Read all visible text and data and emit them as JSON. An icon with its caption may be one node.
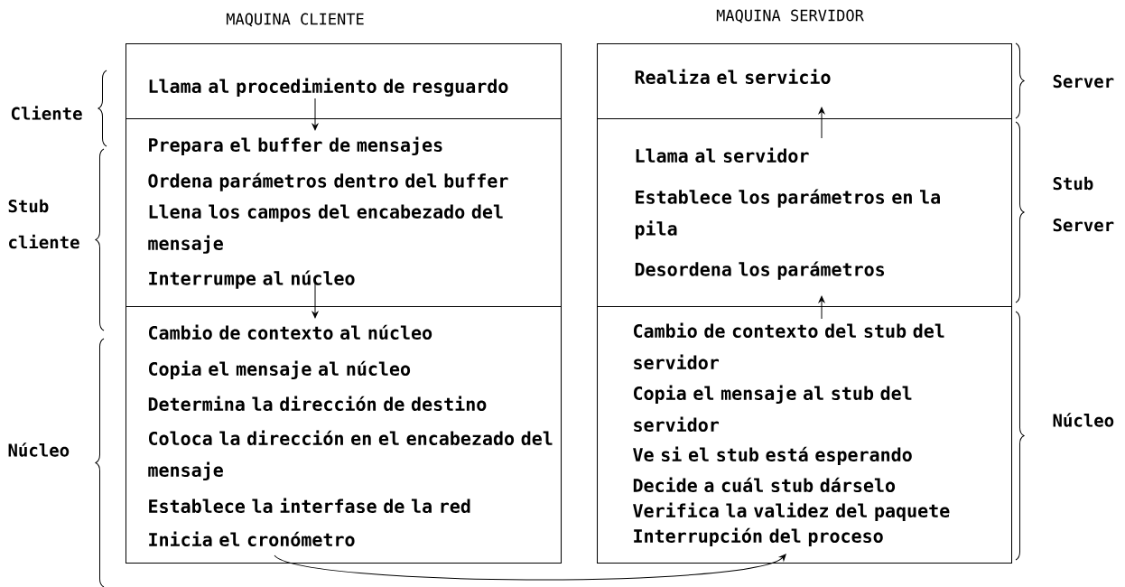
{
  "diagram": {
    "nodes": [
      {
        "text": [
          "MAQUINA CLIENTE"
        ]
      },
      {
        "text": [
          "Llama al procedimiento de resguardo"
        ],
        "in": 0,
        "beside": [
          "Cliente"
        ]
      },
      {
        "text": [
          "Prepara el buffer de mensajes",
          "Ordena parámetros dentro del buffer",
          "Llena los campos del encabezado del mensaje",
          "Interrumpe al núcleo"
        ],
        "in": 0,
        "beside": [
          "Stub cliente"
        ]
      },
      {
        "text": [
          "Cambio de contexto al núcleo",
          "Copia el mensaje al núcleo",
          "Determina la dirección de destino",
          "Coloca la dirección en el encabezado del mensaje",
          "Establece la interfase de la red",
          "Inicia el cronómetro"
        ],
        "in": 0,
        "beside": [
          "Núcleo"
        ]
      },
      {
        "text": [
          "MAQUINA SERVIDOR"
        ]
      },
      {
        "text": [
          "Realiza el servicio"
        ],
        "in": 4,
        "beside": [
          "Server"
        ]
      },
      {
        "text": [
          "Llama al servidor",
          "Establece los parámetros en la pila",
          "Desordena los parámetros"
        ],
        "in": 4,
        "beside": [
          "Stub Server"
        ]
      },
      {
        "text": [
          "Cambio de contexto del stub del servidor",
          "Copia el mensaje al stub del servidor",
          "Ve si el stub está esperando",
          "Decide a cuál stub dárselo",
          "Verifica la validez del paquete",
          "Interrupción del proceso"
        ],
        "in": 4,
        "beside": [
          "Núcleo"
        ]
      }
    ],
    "edges": [
      {
        "from": 1,
        "to": 2,
        "arrow": "to"
      },
      {
        "from": 2,
        "to": 3,
        "arrow": "to"
      },
      {
        "from": 6,
        "to": 5,
        "arrow": "to"
      },
      {
        "from": 7,
        "to": 6,
        "arrow": "to"
      },
      {
        "from": 3,
        "to": 7,
        "arrow": "to"
      }
    ]
  }
}
